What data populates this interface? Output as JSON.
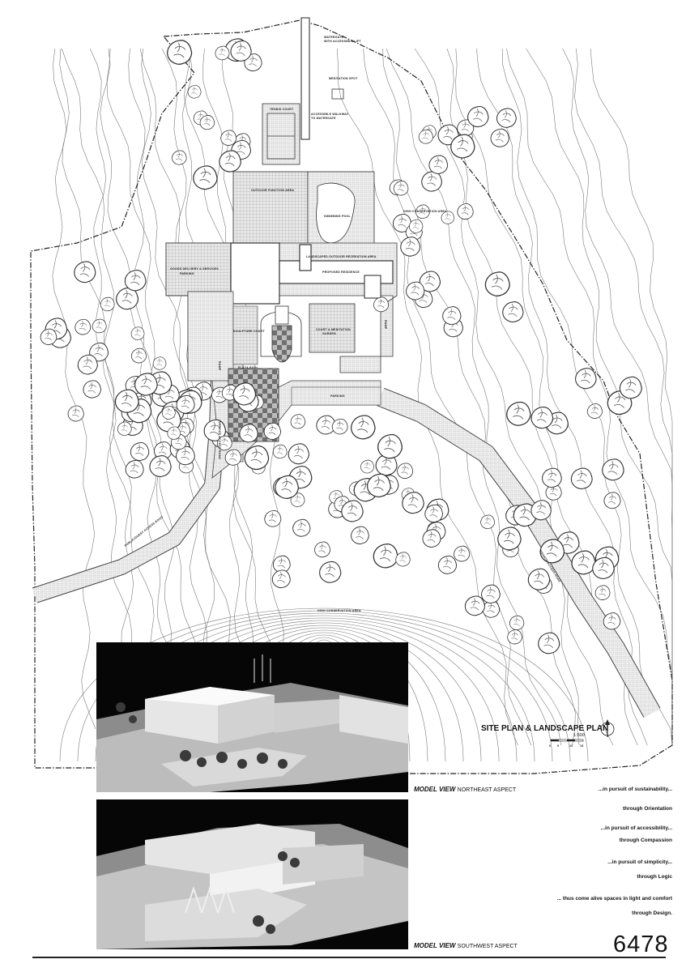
{
  "plan": {
    "labels": {
      "watergate": [
        "WATERGATE",
        "WITH ACCESSIBLE LIFT"
      ],
      "meditation": "MEDITATION SPOT",
      "tennis": "TENNIS COURT",
      "walkway": [
        "ACCESSIBLE WALKWAY",
        "TO WATERGATE"
      ],
      "outdoor_function": "OUTDOOR FUNCTION AREA",
      "pool": "SWIMMING POOL",
      "high_conservation_ne": "HIGH CONSERVATION AREA",
      "recreation": "LANDSCAPED OUTDOOR RECREATION AREA",
      "services": [
        "GOODS DELIVERY & SERVICES",
        "PARKING"
      ],
      "residence": "PROPOSED RESIDENCE",
      "sculpture": "SCULPTURE COURT",
      "court_garden": [
        "COURT & MEDITATION",
        "GARDEN"
      ],
      "ramp_left": "RAMP",
      "ramp_right": "RAMP",
      "plaza": "PLAZA POOL",
      "parking": "PARKING",
      "service_road": "SERVICE ACCESS ROAD",
      "public_road": "PUBLIC/GUEST ACCESS ROAD",
      "private_road": "PRIVATE ACCESS ROAD",
      "high_conservation_s": "HIGH CONSERVATION AREA"
    },
    "title": "SITE PLAN & LANDSCAPE PLAN",
    "scale": "1:500",
    "scale_ticks": [
      "0",
      "5",
      "10",
      "15"
    ],
    "north_icon": "north-arrow-icon"
  },
  "views": [
    {
      "title": "MODEL VIEW",
      "aspect": "NORTHEAST ASPECT"
    },
    {
      "title": "MODEL VIEW",
      "aspect": "SOUTHWEST ASPECT"
    }
  ],
  "taglines": [
    "...in pursuit of sustainability...",
    "through Orientation",
    "...in pursuit of accessibility...",
    "through Compassion",
    "...in pursuit of simplicity...",
    "through Logic",
    "... thus come alive spaces in light and comfort",
    "through Design."
  ],
  "sheet_number": "6478"
}
